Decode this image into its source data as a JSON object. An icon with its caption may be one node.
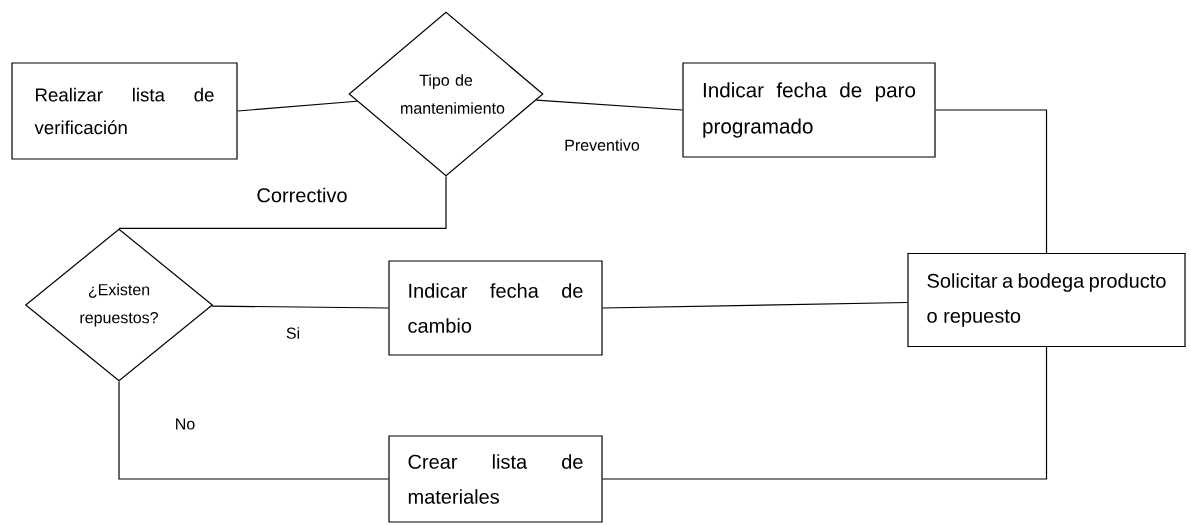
{
  "diagram": {
    "nodes": [
      {
        "text": [
          "Realizar lista de verificación"
        ]
      },
      {
        "text": [
          "Tipo de mantenimiento"
        ]
      },
      {
        "text": [
          "Indicar fecha de paro programado"
        ]
      },
      {
        "text": [
          "¿Existen repuestos?"
        ]
      },
      {
        "text": [
          "Indicar fecha de cambio"
        ]
      },
      {
        "text": [
          "Solicitar a bodega producto o repuesto"
        ]
      },
      {
        "text": [
          "Crear lista de materiales"
        ]
      }
    ],
    "edges": [
      {
        "from": 0,
        "to": 1,
        "arrow": "none"
      },
      {
        "from": 1,
        "to": 2,
        "arrow": "none",
        "label": "Preventivo"
      },
      {
        "from": 1,
        "to": 3,
        "arrow": "none",
        "label": "Correctivo"
      },
      {
        "from": 3,
        "to": 4,
        "arrow": "none",
        "label": "Si"
      },
      {
        "from": 4,
        "to": 5,
        "arrow": "none"
      },
      {
        "from": 2,
        "to": 5,
        "arrow": "none"
      },
      {
        "from": 3,
        "to": 6,
        "arrow": "none",
        "label": "No"
      },
      {
        "from": 5,
        "to": 6,
        "arrow": "none"
      }
    ]
  }
}
